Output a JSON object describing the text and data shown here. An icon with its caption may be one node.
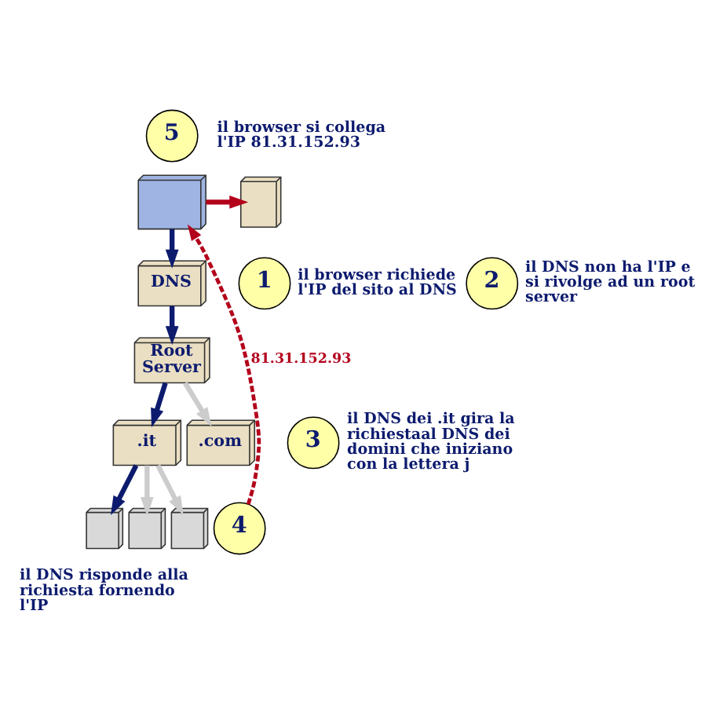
{
  "diagram": {
    "nodes": [
      {
        "text": [],
        "shape": "picture"
      },
      {
        "text": [
          "5"
        ],
        "beside": [
          "il browser si collega l'IP 81.31.152.93"
        ]
      },
      {
        "text": [],
        "shape": "picture"
      },
      {
        "text": [
          "1"
        ],
        "beside": [
          "il browser richiede l'IP del sito al DNS"
        ]
      },
      {
        "text": [
          "DNS"
        ]
      },
      {
        "text": [
          "2"
        ],
        "beside": [
          "il DNS non ha l'IP e si rivolge ad un root server"
        ]
      },
      {
        "text": [
          "Root Server"
        ]
      },
      {
        "text": [
          "3"
        ],
        "beside": [
          "il DNS dei .it gira la richiestaal DNS dei domini che iniziano con la lettera j"
        ]
      },
      {
        "text": [
          ".it"
        ]
      },
      {
        "text": [
          ".com"
        ]
      },
      {
        "text": [],
        "shape": "picture"
      },
      {
        "text": [],
        "shape": "picture"
      },
      {
        "text": [],
        "shape": "picture"
      },
      {
        "text": [
          "4"
        ],
        "beside": [
          "il DNS risponde alla richiesta fornendo l'IP"
        ]
      }
    ],
    "edges": [
      {
        "from": 0,
        "to": 2,
        "arrow": "to",
        "color": "#b3001b"
      },
      {
        "from": 0,
        "to": 4,
        "arrow": "to"
      },
      {
        "from": 4,
        "to": 6,
        "arrow": "to"
      },
      {
        "from": 6,
        "to": 8,
        "arrow": "to"
      },
      {
        "from": 6,
        "to": 9,
        "arrow": "to",
        "color": "#cccccc"
      },
      {
        "from": 8,
        "to": 10,
        "arrow": "to"
      },
      {
        "from": 8,
        "to": 11,
        "arrow": "to",
        "color": "#cccccc"
      },
      {
        "from": 8,
        "to": 12,
        "arrow": "to",
        "color": "#cccccc"
      },
      {
        "from": 13,
        "to": 0,
        "arrow": "to",
        "label": "81.31.152.93",
        "style": "dashed",
        "color": "#b3001b"
      }
    ]
  }
}
